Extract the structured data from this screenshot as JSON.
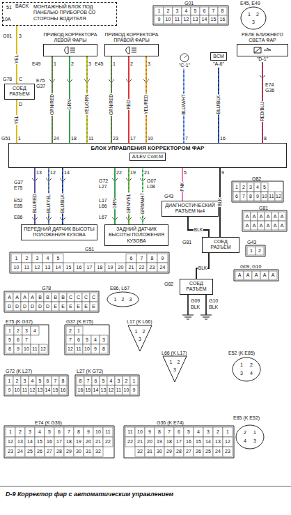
{
  "diagram": {
    "caption": "D-9 Корректор фар с автоматическим управлением",
    "nodes": [
      {
        "text": [
          "МОНТАЖНЫЙ БЛОК ПОД ПАНЕЛЬЮ ПРИБОРОВ СО СТОРОНЫ ВОДИТЕЛЯ"
        ]
      },
      {
        "text": [
          "ПРИВОД КОРРЕКТОРА ЛЕВОЙ ФАРЫ"
        ]
      },
      {
        "text": [
          "ПРИВОД КОРРЕКТОРА ПРАВОЙ ФАРЫ"
        ]
      },
      {
        "text": [
          "\"C-1\""
        ]
      },
      {
        "text": [
          "BCM",
          "\"A-6\""
        ]
      },
      {
        "text": [
          "РЕЛЕ БЛИЖНЕГО СВЕТА ФАР",
          "\"D-1\""
        ]
      },
      {
        "text": [
          "СОЕД РАЗЪЕМ"
        ]
      },
      {
        "text": [
          "БЛОК УПРАВЛЕНИЯ КОРРЕКТОРОМ ФАР",
          "A/LEV Cont.M"
        ]
      },
      {
        "text": [
          "ПЕРЕДНИЙ ДАТЧИК ВЫСОТЫ ПОЛОЖЕНИЯ КУЗОВА"
        ]
      },
      {
        "text": [
          "ЗАДНИЙ ДАТЧИК ВЫСОТЫ ПОЛОЖЕНИЯ КУЗОВА"
        ]
      },
      {
        "text": [
          "ДИАГНОСТИЧЕСКИЙ РАЗЪЕМ №4"
        ]
      },
      {
        "text": [
          "СОЕД РАЗЪЕМ"
        ]
      },
      {
        "text": [
          "СОЕД РАЗЪЕМ"
        ]
      }
    ],
    "edges": [
      {
        "from": 0,
        "to": 6,
        "arrow": "none",
        "label": "YEL"
      },
      {
        "from": 6,
        "to": 7,
        "arrow": "none",
        "label": "YEL"
      },
      {
        "from": 1,
        "to": 7,
        "arrow": "none",
        "label": "GRN/RED"
      },
      {
        "from": 1,
        "to": 7,
        "arrow": "none",
        "label": "GRN"
      },
      {
        "from": 1,
        "to": 7,
        "arrow": "none",
        "label": "YEL/GRN"
      },
      {
        "from": 2,
        "to": 7,
        "arrow": "none",
        "label": "GRN/RED"
      },
      {
        "from": 2,
        "to": 7,
        "arrow": "none",
        "label": "RED"
      },
      {
        "from": 2,
        "to": 7,
        "arrow": "none",
        "label": "YEL/RED"
      },
      {
        "from": 3,
        "to": 7,
        "arrow": "none",
        "label": "BLU/WHT"
      },
      {
        "from": 4,
        "to": 7,
        "arrow": "none",
        "label": "BLU/BLK"
      },
      {
        "from": 5,
        "to": 7,
        "arrow": "none",
        "label": "RED/BLU"
      },
      {
        "from": 7,
        "to": 8,
        "arrow": "none",
        "label": "BLU/RED"
      },
      {
        "from": 7,
        "to": 8,
        "arrow": "none",
        "label": "BLU/YEL"
      },
      {
        "from": 7,
        "to": 8,
        "arrow": "none",
        "label": "BLU/BLK"
      },
      {
        "from": 7,
        "to": 9,
        "arrow": "none",
        "label": "GRN"
      },
      {
        "from": 7,
        "to": 9,
        "arrow": "none",
        "label": "GRN/YEL"
      },
      {
        "from": 7,
        "to": 9,
        "arrow": "none",
        "label": "GRN/WHT"
      },
      {
        "from": 7,
        "to": 10,
        "arrow": "none",
        "label": "PNK"
      },
      {
        "from": 10,
        "to": 11,
        "arrow": "none",
        "label": "BLK"
      },
      {
        "from": 7,
        "to": 11,
        "arrow": "none",
        "label": "BLK"
      },
      {
        "from": 11,
        "to": 12,
        "arrow": "none",
        "label": "BLK"
      }
    ],
    "labels": [
      "51",
      "BACK",
      "10A",
      "G01",
      "3",
      "G78",
      "C",
      "D",
      "E49",
      "1",
      "2",
      "3",
      "E45",
      "1",
      "2",
      "3",
      "E75",
      "G37",
      "E74",
      "G36",
      "G51",
      "1",
      "24",
      "18",
      "11",
      "23",
      "17",
      "10",
      "7",
      "16",
      "8",
      "13",
      "12",
      "14",
      "22",
      "19",
      "21",
      "5",
      "9",
      "G37",
      "E75",
      "E52",
      "E85",
      "E86",
      "G72",
      "L27",
      "G07",
      "L08",
      "L17",
      "L66",
      "L67",
      "G43",
      "G81",
      "G82",
      "G09",
      "BLK",
      "G10",
      "BLK",
      "G01",
      "E45, E49",
      "G82",
      "G81",
      "G43",
      "G09, G10",
      "G51",
      "G78",
      "E86, L67",
      "E75 (K G37)",
      "G37 (K E75)",
      "L17 (K L66)",
      "L66 (K L17)",
      "E52 (K E85)",
      "G72 (K L27)",
      "L27 (K G72)",
      "E74 (K G36)",
      "G36 (K E74)",
      "E85 (K E52)",
      "1",
      "2",
      "3",
      "4",
      "5",
      "6",
      "7",
      "8",
      "9",
      "10",
      "11",
      "12",
      "13",
      "14",
      "15",
      "16",
      "1",
      "2",
      "3",
      "1",
      "2",
      "3",
      "4",
      "5",
      "6",
      "7",
      "8",
      "9",
      "10",
      "11",
      "12",
      "A",
      "A",
      "A",
      "A",
      "A",
      "A",
      "A",
      "A",
      "A",
      "A",
      "A",
      "A",
      "1",
      "2",
      "A",
      "A",
      "A",
      "A",
      "A",
      "1",
      "2",
      "3",
      "4",
      "5",
      "6",
      "7",
      "8",
      "9",
      "10",
      "11",
      "12",
      "13",
      "14",
      "15",
      "16",
      "17",
      "18",
      "19",
      "20",
      "21",
      "22",
      "23",
      "24",
      "A",
      "A",
      "A",
      "A",
      "B",
      "B",
      "B",
      "B",
      "C",
      "C",
      "C",
      "C",
      "D",
      "D",
      "D",
      "D",
      "D",
      "D",
      "E",
      "E",
      "E",
      "E",
      "E",
      "E",
      "1",
      "2",
      "3",
      "1",
      "2",
      "3",
      "4",
      "5",
      "6",
      "7",
      "8",
      "9",
      "10",
      "11",
      "12",
      "2",
      "1",
      "7",
      "6",
      "5",
      "4",
      "3",
      "12",
      "11",
      "10",
      "9",
      "8",
      "1",
      "2",
      "3",
      "1",
      "2",
      "3",
      "1",
      "2",
      "3",
      "4",
      "1",
      "2",
      "3",
      "4",
      "5",
      "6",
      "7",
      "8",
      "9",
      "10",
      "11",
      "12",
      "13",
      "14",
      "15",
      "16",
      "8",
      "7",
      "6",
      "5",
      "4",
      "3",
      "2",
      "1",
      "16",
      "15",
      "14",
      "13",
      "12",
      "11",
      "10",
      "9",
      "1",
      "2",
      "3",
      "4",
      "5",
      "6",
      "7",
      "8",
      "9",
      "10",
      "11",
      "12",
      "13",
      "14",
      "15",
      "16",
      "17",
      "18",
      "19",
      "20",
      "21",
      "22",
      "23",
      "24",
      "25",
      "26",
      "27",
      "28",
      "29",
      "30",
      "31",
      "32",
      "11",
      "10",
      "9",
      "8",
      "7",
      "6",
      "5",
      "4",
      "3",
      "2",
      "1",
      "22",
      "21",
      "20",
      "19",
      "18",
      "17",
      "16",
      "15",
      "14",
      "13",
      "12",
      "32",
      "31",
      "30",
      "29",
      "28",
      "27",
      "26",
      "25",
      "24",
      "23",
      "2",
      "1",
      "4",
      "3"
    ]
  }
}
